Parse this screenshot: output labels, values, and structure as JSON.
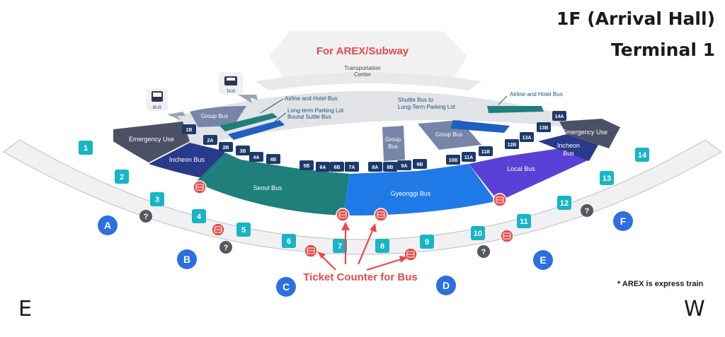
{
  "header": {
    "floor": "1F (Arrival Hall)",
    "terminal": "Terminal 1"
  },
  "compass": {
    "east": "E",
    "west": "W"
  },
  "note": "* AREX is express train",
  "arex_label": "For AREX/Subway",
  "transport_center": [
    "Transportation",
    "Center"
  ],
  "transport_icons": {
    "bus": "BUS",
    "taxi": "TAXI"
  },
  "zone_labels": {
    "emergency_left": "Emergency Use",
    "incheon_left": "Incheon Bus",
    "seoul": "Seoul Bus",
    "gyeonggi": "Gyeonggi Bus",
    "local": "Local Bus",
    "incheon_right": [
      "Incheon",
      "Bus"
    ],
    "emergency_right": "Emergency Use",
    "group_left": "Group Bus",
    "group_center": [
      "Group",
      "Bus"
    ],
    "group_right": "Group Bus"
  },
  "callouts": {
    "airline_left": "Airline and Hotel Bus",
    "parking": [
      "Long-term Parking Lot",
      "Bound Suttle Bus"
    ],
    "shuttle": [
      "Shuttle Bus to",
      "Long-Term Parking Lot"
    ],
    "airline_right": "Airline and Hotel Bus"
  },
  "stops": [
    "1B",
    "2A",
    "2B",
    "3B",
    "4A",
    "4B",
    "5B",
    "6A",
    "6B",
    "7A",
    "8A",
    "8B",
    "9A",
    "9B",
    "10B",
    "11A",
    "11B",
    "12B",
    "13A",
    "13B",
    "14A"
  ],
  "exits": [
    "1",
    "2",
    "3",
    "4",
    "5",
    "6",
    "7",
    "8",
    "9",
    "10",
    "11",
    "12",
    "13",
    "14"
  ],
  "gates": [
    "A",
    "B",
    "C",
    "D",
    "E",
    "F"
  ],
  "ticket_label": "Ticket Counter for Bus",
  "info_icon": "?",
  "colors": {
    "teal": "#17b5c5",
    "gate_blue": "#2d6fe0",
    "seoul": "#1f7f7a",
    "gyeonggi": "#1f7ae8",
    "local": "#5a40d6",
    "navy": "#2a3a8a",
    "slate": "#4b5064",
    "red": "#e84a4a"
  }
}
